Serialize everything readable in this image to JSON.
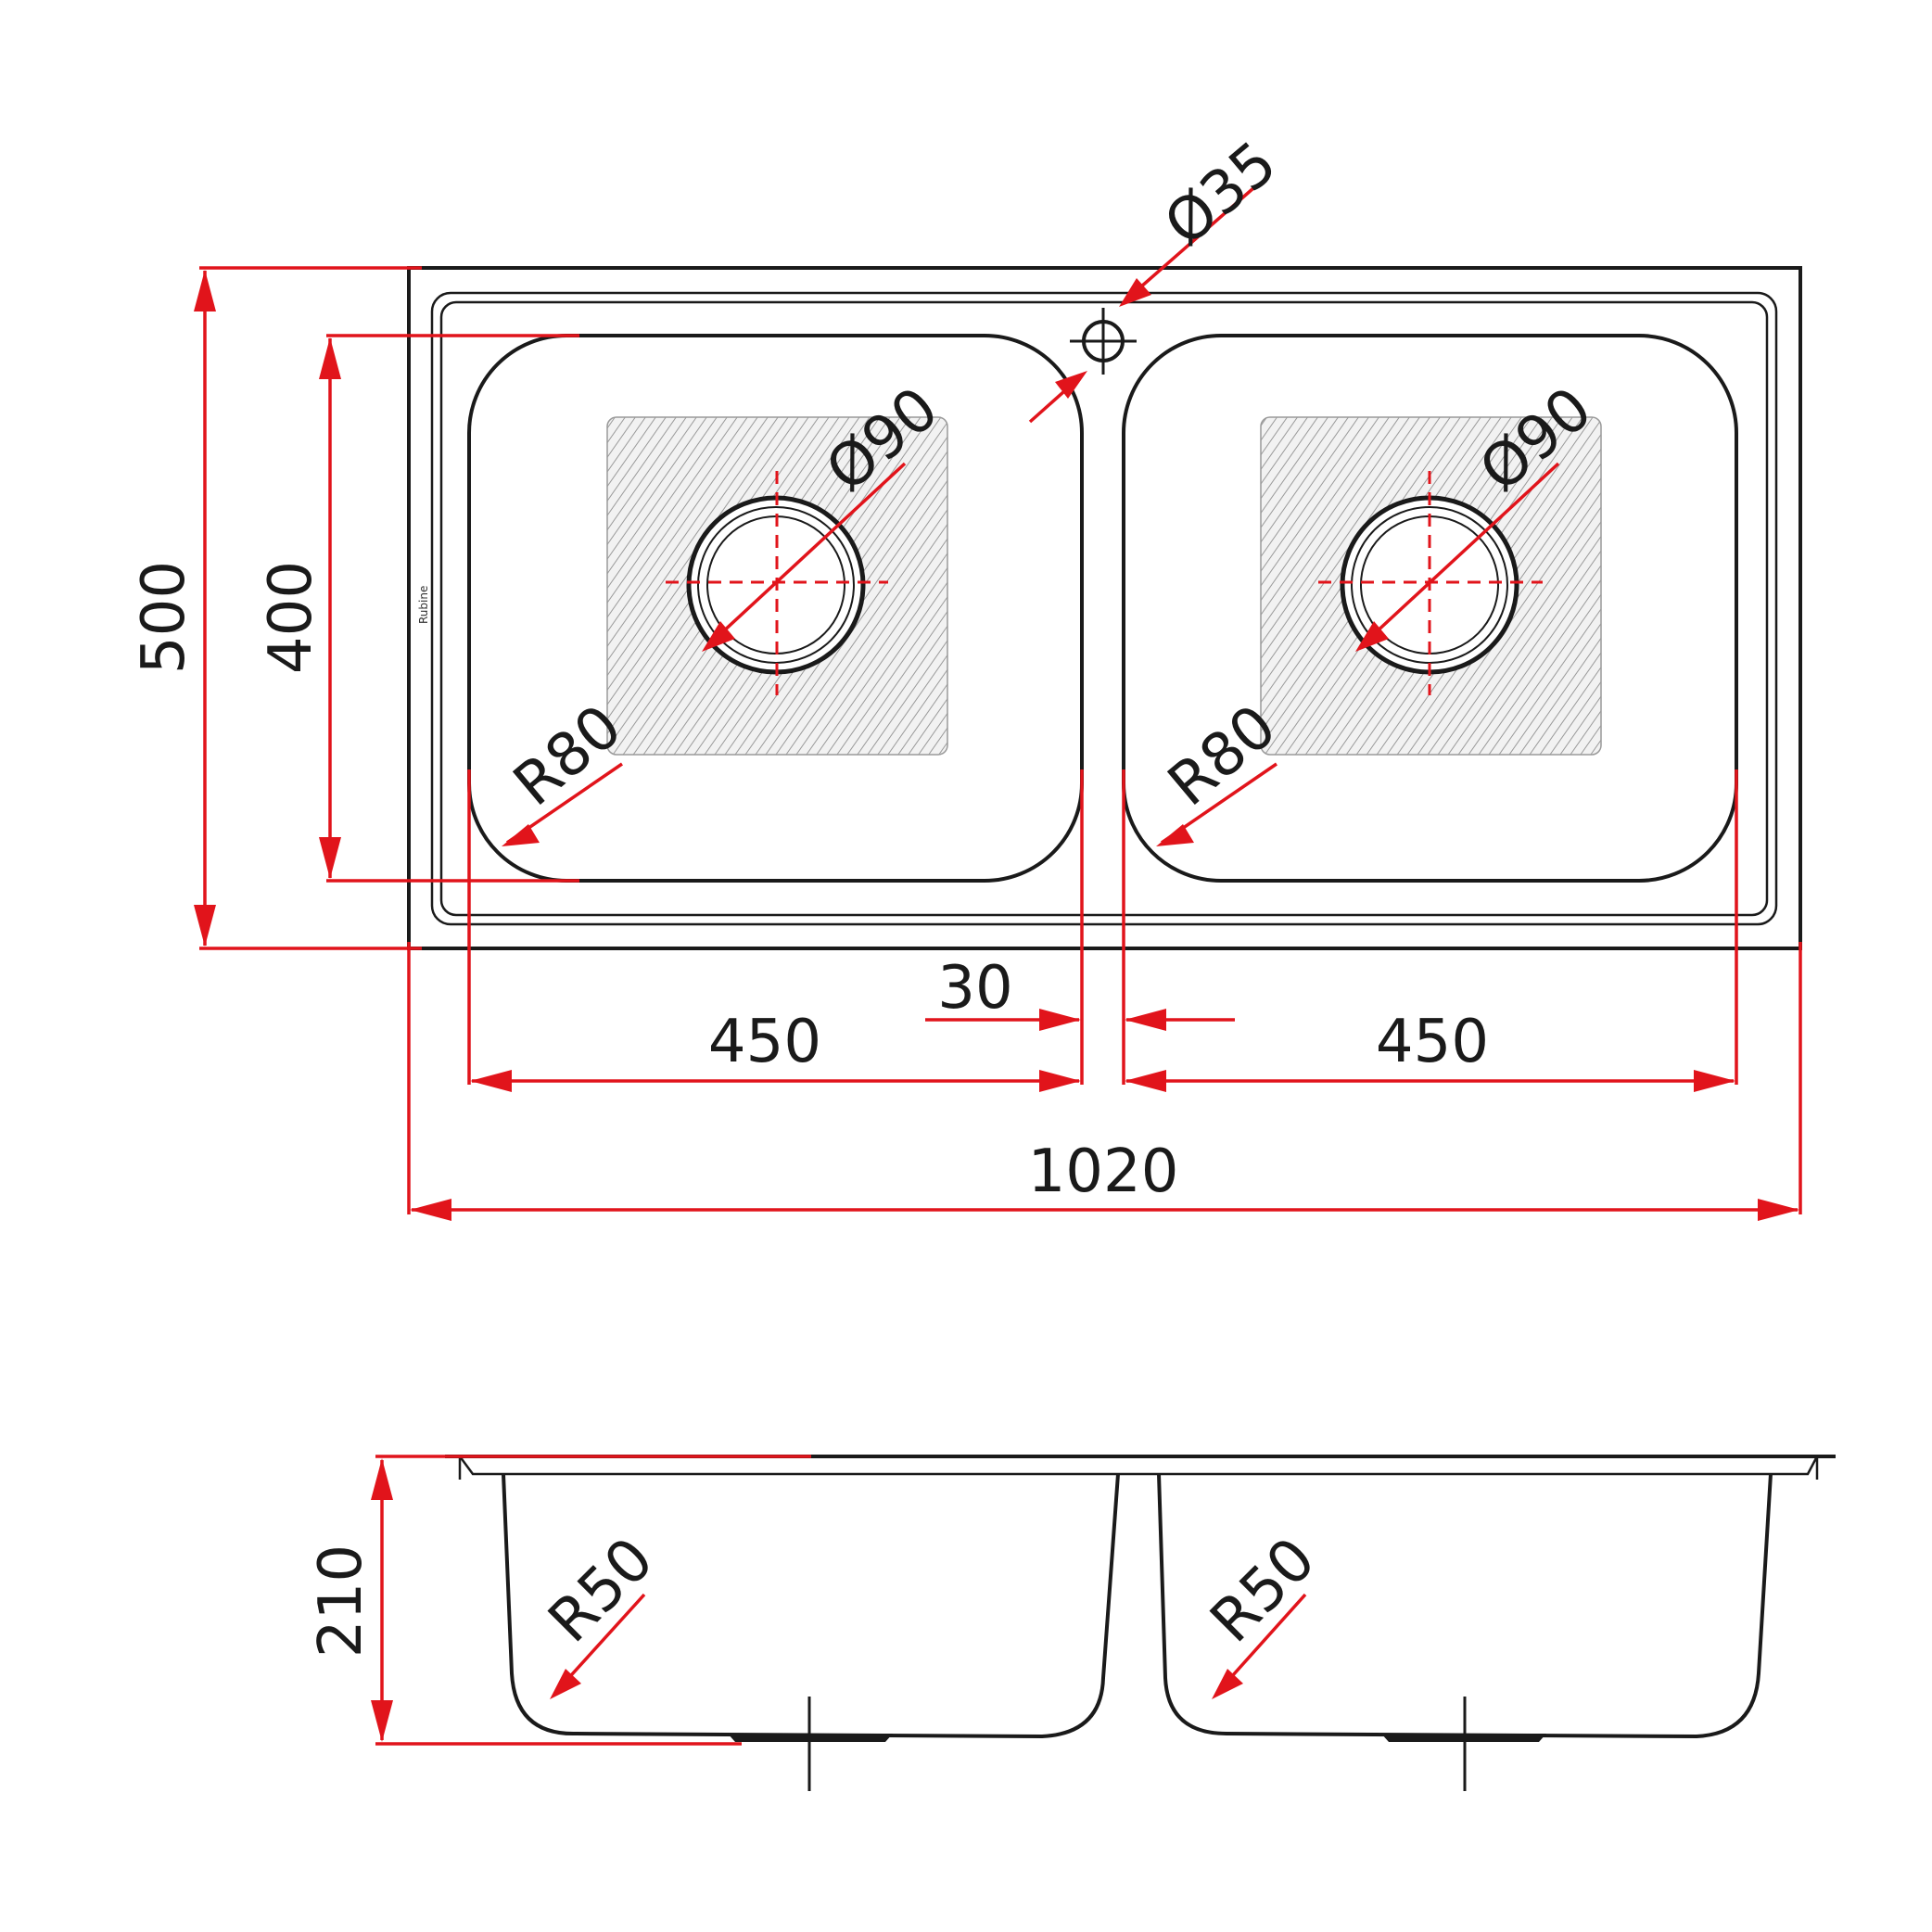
{
  "brand": "Rubine",
  "top_view": {
    "overall_height": "500",
    "bowl_height": "400",
    "tap_hole": "Ø35",
    "left_bowl_width": "450",
    "right_bowl_width": "450",
    "divider_width": "30",
    "overall_width": "1020",
    "left_waste": "Ø90",
    "right_waste": "Ø90",
    "left_corner_radius": "R80",
    "right_corner_radius": "R80"
  },
  "side_view": {
    "depth": "210",
    "left_bottom_radius": "R50",
    "right_bottom_radius": "R50"
  },
  "colors": {
    "dimension": "#e1141b",
    "outline": "#1a1a1a",
    "hatch": "#9a9a9a"
  }
}
